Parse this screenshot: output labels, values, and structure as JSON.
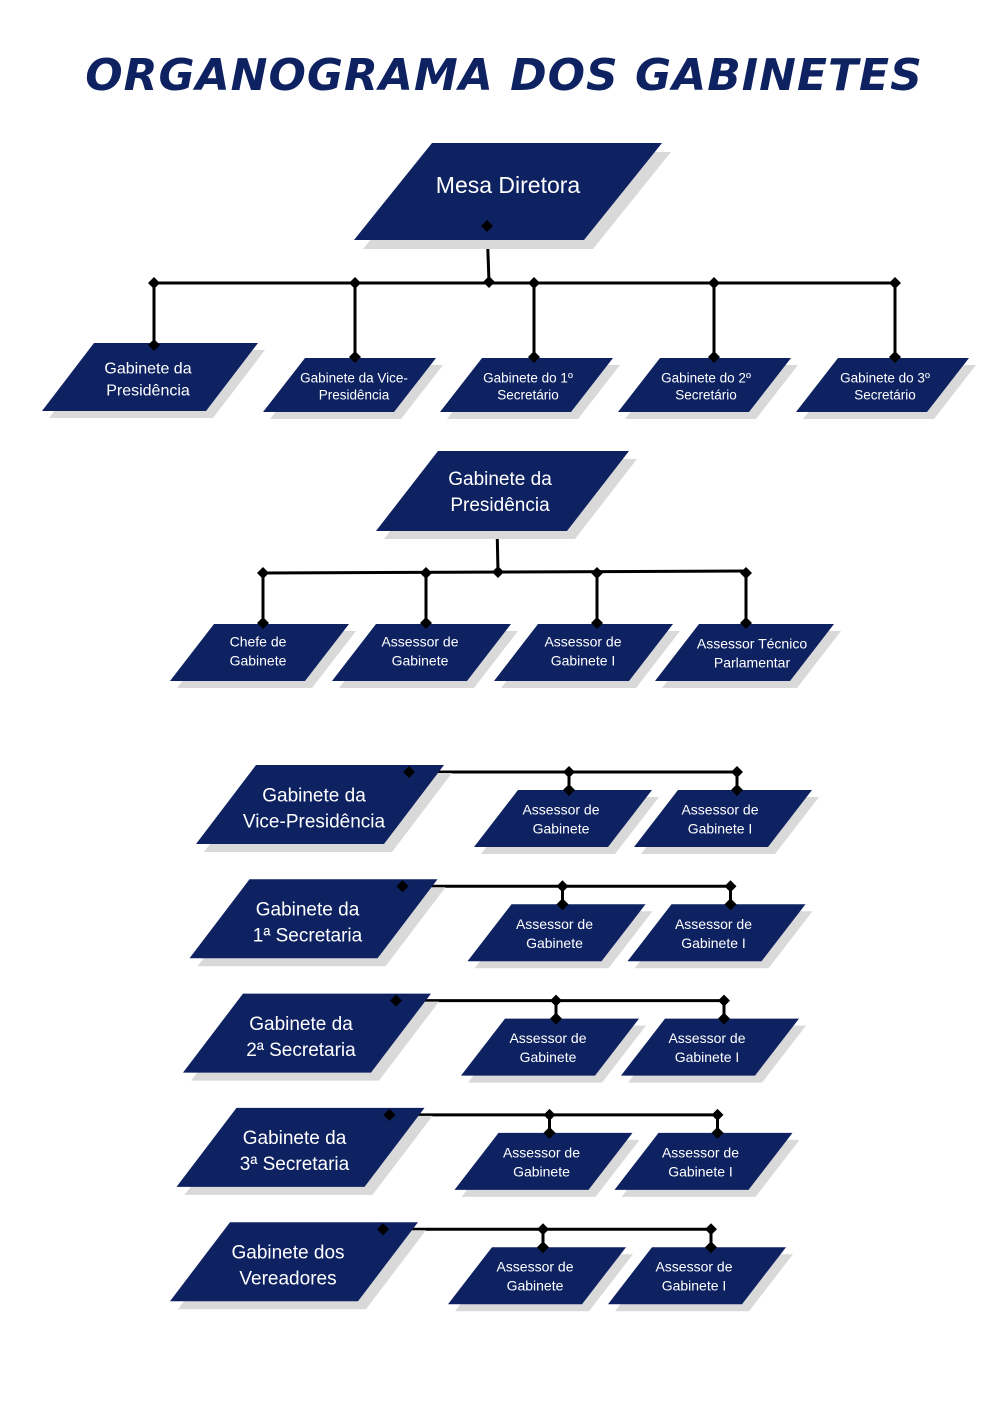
{
  "title": "ORGANOGRAMA DOS GABINETES",
  "colors": {
    "box": "#0e2262",
    "title": "#0e2262",
    "connector": "#000000",
    "shadow": "#d9d9d9"
  },
  "mesa": {
    "root": [
      "Mesa Diretora"
    ],
    "children": [
      [
        "Gabinete da",
        "Presidência"
      ],
      [
        "Gabinete da Vice-",
        "Presidência"
      ],
      [
        "Gabinete do 1º",
        "Secretário"
      ],
      [
        "Gabinete do 2º",
        "Secretário"
      ],
      [
        "Gabinete do 3º",
        "Secretário"
      ]
    ]
  },
  "presidencia": {
    "root": [
      "Gabinete da",
      "Presidência"
    ],
    "children": [
      [
        "Chefe de",
        "Gabinete"
      ],
      [
        "Assessor de",
        "Gabinete"
      ],
      [
        "Assessor de",
        "Gabinete I"
      ],
      [
        "Assessor Técnico",
        "Parlamentar"
      ]
    ]
  },
  "rows": [
    {
      "root": [
        "Gabinete da",
        "Vice-Presidência"
      ],
      "children": [
        [
          "Assessor de",
          "Gabinete"
        ],
        [
          "Assessor de",
          "Gabinete I"
        ]
      ]
    },
    {
      "root": [
        "Gabinete da",
        "1ª Secretaria"
      ],
      "children": [
        [
          "Assessor de",
          "Gabinete"
        ],
        [
          "Assessor de",
          "Gabinete I"
        ]
      ]
    },
    {
      "root": [
        "Gabinete da",
        "2ª Secretaria"
      ],
      "children": [
        [
          "Assessor de",
          "Gabinete"
        ],
        [
          "Assessor de",
          "Gabinete I"
        ]
      ]
    },
    {
      "root": [
        "Gabinete da",
        "3ª Secretaria"
      ],
      "children": [
        [
          "Assessor de",
          "Gabinete"
        ],
        [
          "Assessor de",
          "Gabinete I"
        ]
      ]
    },
    {
      "root": [
        "Gabinete dos",
        "Vereadores"
      ],
      "children": [
        [
          "Assessor de",
          "Gabinete"
        ],
        [
          "Assessor de",
          "Gabinete I"
        ]
      ]
    }
  ]
}
